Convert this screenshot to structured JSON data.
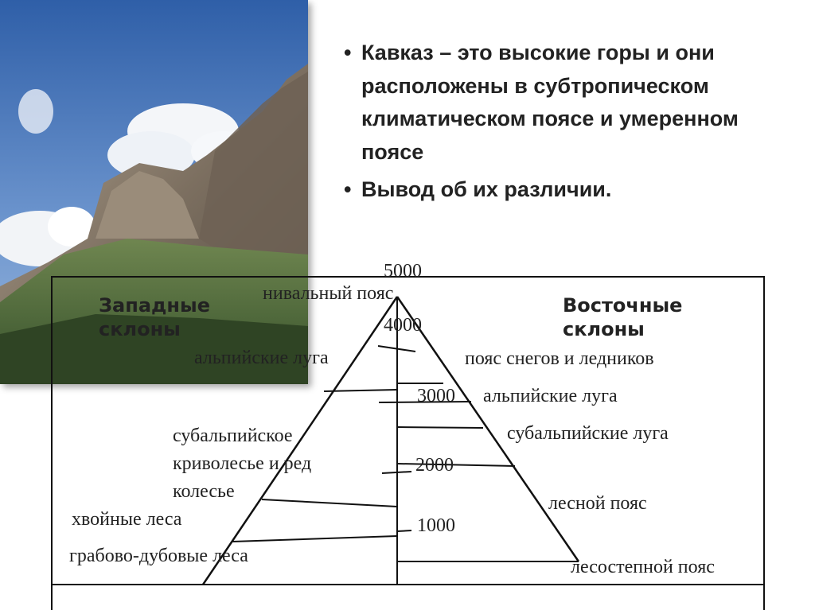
{
  "bullets": [
    "Кавказ – это  высокие горы и они расположены в субтропическом климатическом поясе и умеренном поясе",
    "Вывод об их различии."
  ],
  "bullet_symbol": "•",
  "diagram": {
    "left_heading": [
      "Западные",
      "склоны"
    ],
    "right_heading": [
      "Восточные",
      "склоны"
    ],
    "altitudes": [
      "5000",
      "4000",
      "3000",
      "2000",
      "1000"
    ],
    "top_label": "нивальный пояс",
    "left_zones": [
      "альпийские луга",
      "субальпийское",
      "криволесье и ред",
      "колесье",
      "хвойные леса",
      "грабово-дубовые леса"
    ],
    "right_zones": [
      "пояс снегов и ледников",
      "альпийские луга",
      "субальпийские луга",
      "лесной пояс",
      "лесостепной пояс"
    ]
  },
  "colors": {
    "sky": "#4a78b8",
    "cloud": "#f2f4f7",
    "rock": "#8a7d6e",
    "grass": "#4e6a35",
    "text": "#222222",
    "line": "#111111"
  }
}
